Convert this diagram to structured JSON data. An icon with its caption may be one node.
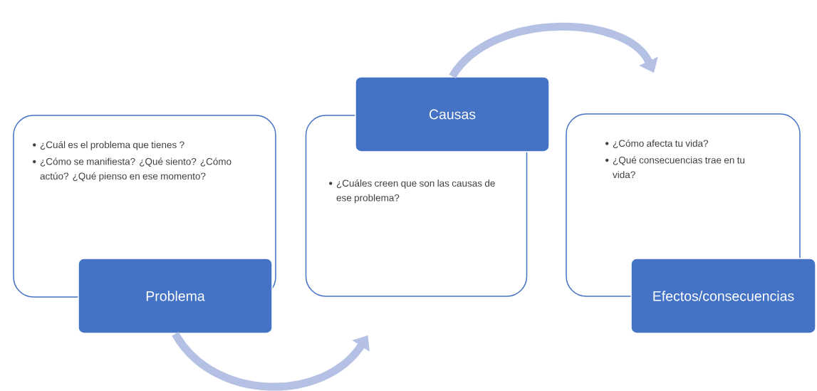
{
  "diagram": {
    "nodes": [
      {
        "text": [
          "¿Cuál es el problema que tienes ?",
          "¿Cómo se manifiesta? ¿Qué siento? ¿Cómo actúo? ¿Qué pienso en ese momento?"
        ]
      },
      {
        "text": [
          "Problema"
        ]
      },
      {
        "text": [
          "¿Cuáles creen que son las causas de ese problema?"
        ]
      },
      {
        "text": [
          "Causas"
        ]
      },
      {
        "text": [
          "¿Cómo afecta tu vida?",
          "¿Qué consecuencias trae en tu vida?"
        ]
      },
      {
        "text": [
          "Efectos/consecuencias"
        ]
      }
    ],
    "edges": [
      {
        "from": 1,
        "to": 2,
        "arrow": "to"
      },
      {
        "from": 3,
        "to": 4,
        "arrow": "to"
      }
    ]
  }
}
